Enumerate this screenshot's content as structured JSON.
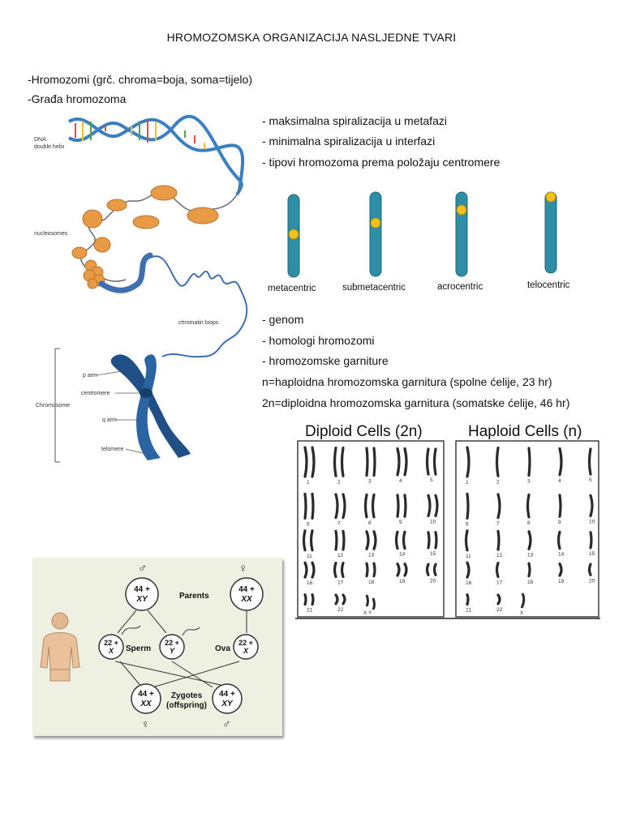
{
  "title": "HROMOZOMSKA ORGANIZACIJA NASLJEDNE TVARI",
  "intro": [
    "-Hromozomi (grč. chroma=boja, soma=tijelo)",
    "-Građa hromozoma"
  ],
  "bullets_top": [
    "- maksimalna spiralizacija u metafazi",
    "- minimalna spiralizacija u interfazi",
    "- tipovi hromozoma prema položaju centromere"
  ],
  "chromosome_types": [
    "metacentric",
    "submetacentric",
    "acrocentric",
    "telocentric"
  ],
  "bullets_mid": [
    "- genom",
    "- homologi hromozomi",
    "- hromozomske garniture",
    "n=haploidna hromozomska garnitura (spolne ćelije, 23 hr)",
    "2n=diploidna hromozomska garnitura (somatske ćelije, 46 hr)"
  ],
  "structure_figure": {
    "dna_label_1": "DNA",
    "dna_label_2": "double helix",
    "nucleosomes": "nucleosomes",
    "chromatin_loops": "chromatin loops",
    "chromosome": "Chromosome",
    "p_arm": "p arm",
    "centromere": "centromere",
    "q_arm": "q arm",
    "telomere": "telomere"
  },
  "karyotype": {
    "diploid_title": "Diploid Cells (2n)",
    "haploid_title": "Haploid Cells (n)",
    "numbers": [
      "1",
      "2",
      "3",
      "4",
      "5",
      "6",
      "7",
      "8",
      "9",
      "10",
      "11",
      "12",
      "13",
      "14",
      "15",
      "16",
      "17",
      "18",
      "19",
      "20",
      "21",
      "22"
    ],
    "sex_diploid": "X Y",
    "sex_haploid": "X"
  },
  "inheritance": {
    "male_symbol": "♂",
    "female_symbol": "♀",
    "parents": "Parents",
    "father": [
      "44 +",
      "XY"
    ],
    "mother": [
      "44 +",
      "XX"
    ],
    "sperm_x": [
      "22 +",
      "X"
    ],
    "sperm_y": [
      "22 +",
      "Y"
    ],
    "ovum_x": [
      "22 +",
      "X"
    ],
    "sperm_label": "Sperm",
    "ova_label": "Ova",
    "zygote_xx": [
      "44 +",
      "XX"
    ],
    "zygote_xy": [
      "44 +",
      "XY"
    ],
    "zygotes": "Zygotes",
    "offspring": "(offspring)"
  },
  "colors": {
    "chromosome_teal": "#2e8ea6",
    "centromere_yellow": "#f4c21b",
    "nucleosome_orange": "#e89a45",
    "chromosome_blue": "#1f4f86",
    "inheritance_bg": "#eef0e2"
  }
}
